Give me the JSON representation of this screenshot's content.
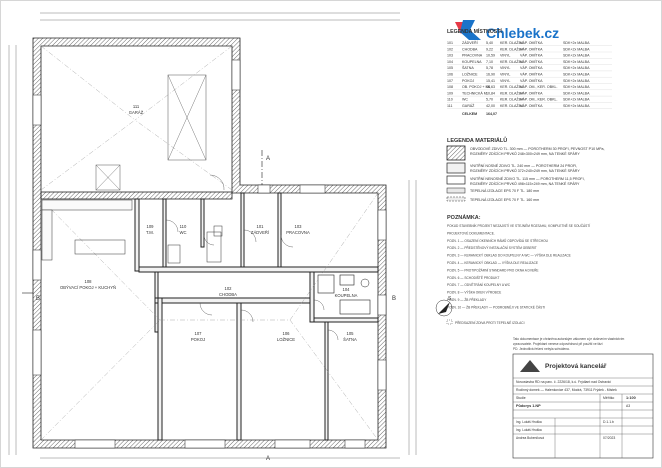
{
  "logo": {
    "text": "Chlebek.cz",
    "accent": "#1a73c9",
    "mark_color": "#e63946"
  },
  "legend_rooms": {
    "title": "LEGENDA MÍSTNOSTÍ",
    "rows": [
      {
        "no": "101",
        "name": "ZÁDVEŘÍ",
        "area": "5,40",
        "floor": "KER. DLAŽBA",
        "wall": "VÁP. OMÍTKA",
        "ceil": "SDK+2x MALBA"
      },
      {
        "no": "102",
        "name": "CHODBA",
        "area": "9,22",
        "floor": "KER. DLAŽBA",
        "wall": "VÁP. OMÍTKA",
        "ceil": "SDK+2x MALBA"
      },
      {
        "no": "103",
        "name": "PRACOVNA",
        "area": "10,59",
        "floor": "VINYL",
        "wall": "VÁP. OMÍTKA",
        "ceil": "SDK+2x MALBA"
      },
      {
        "no": "104",
        "name": "KOUPELNA",
        "area": "7,10",
        "floor": "KER. DLAŽBA",
        "wall": "VÁP. OMÍTKA",
        "ceil": "SDK+2x MALBA"
      },
      {
        "no": "105",
        "name": "ŠATNA",
        "area": "5,78",
        "floor": "VINYL",
        "wall": "VÁP. OMÍTKA",
        "ceil": "SDK+2x MALBA"
      },
      {
        "no": "106",
        "name": "LOŽNICE",
        "area": "16,90",
        "floor": "VINYL",
        "wall": "VÁP. OMÍTKA",
        "ceil": "SDK+2x MALBA"
      },
      {
        "no": "107",
        "name": "POKOJ",
        "area": "15,41",
        "floor": "VINYL",
        "wall": "VÁP. OMÍTKA",
        "ceil": "SDK+2x MALBA"
      },
      {
        "no": "108",
        "name": "OB. POKOJ + KK",
        "area": "36,63",
        "floor": "KER. DLAŽBA",
        "wall": "VÁP. OM., KER. OBKL.",
        "ceil": "SDK+2x MALBA"
      },
      {
        "no": "109",
        "name": "TECHNICKÁ M.",
        "area": "10,84",
        "floor": "KER. DLAŽBA",
        "wall": "VÁP. OMÍTKA",
        "ceil": "SDK+2x MALBA"
      },
      {
        "no": "110",
        "name": "WC",
        "area": "5,70",
        "floor": "KER. DLAŽBA",
        "wall": "VÁP. OM., KER. OBKL.",
        "ceil": "SDK+2x MALBA"
      },
      {
        "no": "111",
        "name": "GARÁŽ",
        "area": "42,00",
        "floor": "KER. DLAŽBA",
        "wall": "VÁP. OMÍTKA",
        "ceil": "SDK+2x MALBA"
      }
    ],
    "total_label": "CELKEM",
    "total_value": "164,07"
  },
  "legend_materials": {
    "title": "LEGENDA MATERIÁLŮ",
    "items": [
      {
        "line1": "OBVODOVÉ ZDIVO TL. 300 mm — POROTHERM 30 PROFI, PEVNOST P10 MPa,",
        "line2": "ROZMĚRY ZDÍCÍCH PRVKŮ 248×300×249 mm, NA TENKÉ SPÁRY"
      },
      {
        "line1": "VNITŘNÍ NOSNÉ ZDIVO TL. 240 mm — POROTHERM 24 PROFI,",
        "line2": "ROZMĚRY ZDÍCÍCH PRVKŮ 372×240×249 mm, NA TENKÉ SPÁRY"
      },
      {
        "line1": "VNITŘNÍ NENOSNÉ ZDIVO TL. 115 mm — POROTHERM 11,5 PROFI,",
        "line2": "ROZMĚRY ZDÍCÍCH PRVKŮ 498×115×249 mm, NA TENKÉ SPÁRY"
      },
      {
        "line1": "TEPELNÁ IZOLACE EPS 70 F TL. 180 mm",
        "line2": ""
      },
      {
        "line1": "TEPELNÁ IZOLACE EPS 70 F TL. 160 mm",
        "line2": ""
      }
    ]
  },
  "notes": {
    "title": "POZNÁMKA:",
    "lines": [
      "POKUD STAVEBNÍK PROJEKT NEZAJISTÍ VE STEJNÉM ROZSAHU, KOMPLETNĚ SE SOUČÁSTÍ",
      "PROJEKTOVÉ DOKUMENTACE.",
      "POZN. 1 — OSAZENÍ OKENNÍCH RÁMŮ ODPOVÍDÁ SE STŘECHOU",
      "POZN. 2 — PŘEDSTĚNOVÝ INSTALAČNÍ SYSTÉM GEBERIT",
      "POZN. 3 — KERAMICKÝ OBKLAD DO KOUPELNY A WC — VÝŠKA DLE REALIZACE",
      "POZN. 4 — KERAMICKÝ OBKLAD — VÝŠKA DLE REALIZACE",
      "POZN. 5 — PROTIPOŽÁRNÍ STANDARD PRO OKNA A DVEŘE",
      "POZN. 6 — SCHODIŠTĚ PRODUKT",
      "POZN. 7 — ODVĚTRÁNÍ KOUPELNY A WC",
      "POZN. 8 — VÝŠKA OKEN VÝROBCE",
      "POZN. 9 — ŽB PŘEKLADY",
      "POZN. 10 — ŽB PŘEKLADY — PODROBNĚJI VE STATICKÉ ČÁSTI"
    ],
    "extra": "PŘEDSAZENÍ ZDIVA PROTI TEPELNÉ IZOLACI"
  },
  "floor_plan": {
    "rooms": [
      {
        "no": "111",
        "name": "GARÁŽ"
      },
      {
        "no": "108",
        "name": "OBÝVACÍ POKOJ + KUCHYŇ"
      },
      {
        "no": "109",
        "name": "T.M."
      },
      {
        "no": "110",
        "name": "WC"
      },
      {
        "no": "101",
        "name": "ZÁDVEŘÍ"
      },
      {
        "no": "103",
        "name": "PRACOVNA"
      },
      {
        "no": "102",
        "name": "CHODBA"
      },
      {
        "no": "104",
        "name": "KOUPELNA"
      },
      {
        "no": "107",
        "name": "POKOJ"
      },
      {
        "no": "106",
        "name": "LOŽNICE"
      },
      {
        "no": "105",
        "name": "ŠATNA"
      }
    ],
    "section_marks": [
      "A",
      "A",
      "B",
      "B"
    ],
    "north_label": "S"
  },
  "disclaimer": [
    "Tato dokumentace je chráněna autorským zákonem a je duševním vlastnictvím",
    "zpracovatele. Projektant nenese odpovědnost při použití ve fázi",
    "PD. Jednotlivá řešení nebyla schválena."
  ],
  "title_block": {
    "company": "Projektová kancelář",
    "investor": "Novostavba RD na parc. č. 2226/18, k.ú. Frýdlant nad Ostravicí",
    "project": "Rodinný domek — Halenkovice 437, Modrá, 73911 Frýdek - Místek",
    "part": "Studie",
    "drawing": "Půdorys 1.NP",
    "scale_label": "Měřítko",
    "scale": "1:100",
    "format": "A3",
    "date": "07/2023",
    "sheet_no": "D.1.1.b",
    "names": [
      "Ing. Lukáš Hruška",
      "Ing. Lukáš Hruška",
      "Andrea Bubeníková"
    ]
  }
}
